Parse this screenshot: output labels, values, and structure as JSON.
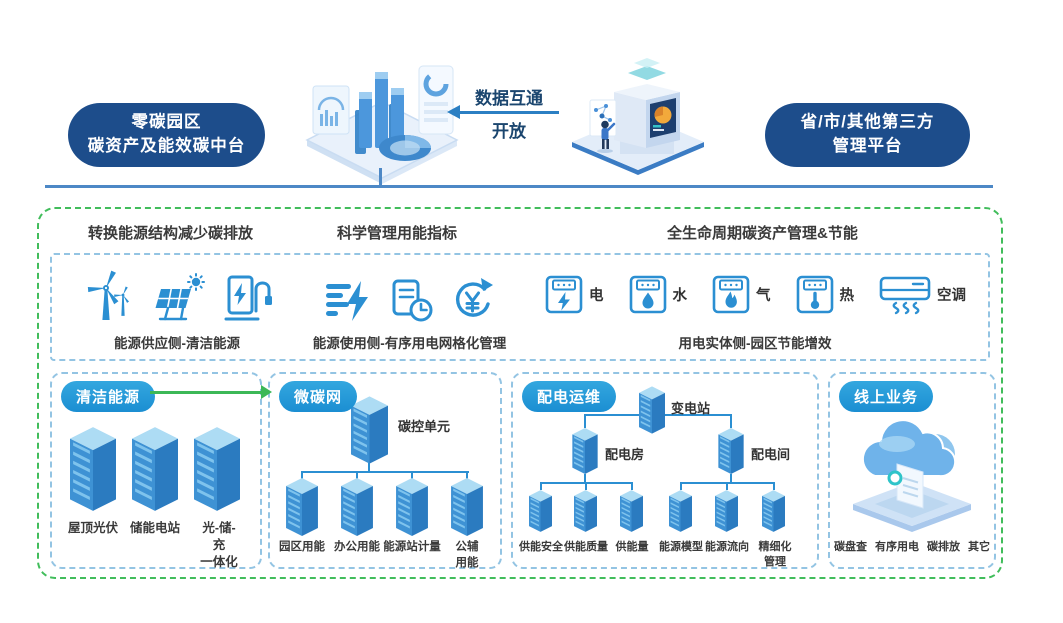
{
  "header": {
    "left_platform": {
      "line1": "零碳园区",
      "line2": "碳资产及能效碳中台"
    },
    "right_platform": {
      "line1": "省/市/其他第三方",
      "line2": "管理平台"
    },
    "data_link": {
      "line1": "数据互通",
      "line2": "开放"
    }
  },
  "headings": [
    "转换能源结构减少碳排放",
    "科学管理用能指标",
    "全生命周期碳资产管理&节能"
  ],
  "icon_strip": {
    "supply": {
      "label": "能源供应侧-清洁能源",
      "icons": [
        "wind-turbine-icon",
        "solar-panel-icon",
        "ev-charger-icon"
      ]
    },
    "usage": {
      "label": "能源使用侧-有序用电网格化管理",
      "icons": [
        "ordered-power-icon",
        "document-clock-icon",
        "yen-cycle-icon"
      ]
    },
    "entity": {
      "label": "用电实体侧-园区节能增效",
      "meters": [
        {
          "icon": "electric-meter-icon",
          "label": "电"
        },
        {
          "icon": "water-meter-icon",
          "label": "水"
        },
        {
          "icon": "gas-meter-icon",
          "label": "气"
        },
        {
          "icon": "heat-meter-icon",
          "label": "热"
        },
        {
          "icon": "air-conditioner-icon",
          "label": "空调"
        }
      ]
    }
  },
  "panels": {
    "clean_energy": {
      "badge": "清洁能源",
      "racks": [
        "屋顶光伏",
        "储能电站",
        "光-储-充\n一体化"
      ]
    },
    "micro_carbon": {
      "badge": "微碳网",
      "root": "碳控单元",
      "children": [
        "园区用能",
        "办公用能",
        "能源站计量",
        "公辅用能"
      ]
    },
    "distribution": {
      "badge": "配电运维",
      "root": "变电站",
      "mid": [
        "配电房",
        "配电间"
      ],
      "left_children": [
        "供能安全",
        "供能质量",
        "供能量"
      ],
      "right_children": [
        "能源模型",
        "能源流向",
        "精细化管理"
      ]
    },
    "online": {
      "badge": "线上业务",
      "items": [
        "碳盘查",
        "有序用电",
        "碳排放",
        "其它"
      ]
    }
  },
  "colors": {
    "navy": "#1d4d8b",
    "icon_blue": "#2b8fd2",
    "badge_blue": "#1e9ad8",
    "green": "#3cb857",
    "rule_blue": "#4d88c6",
    "dash_blue": "#93c4e3",
    "dash_green": "#41bd5b"
  }
}
